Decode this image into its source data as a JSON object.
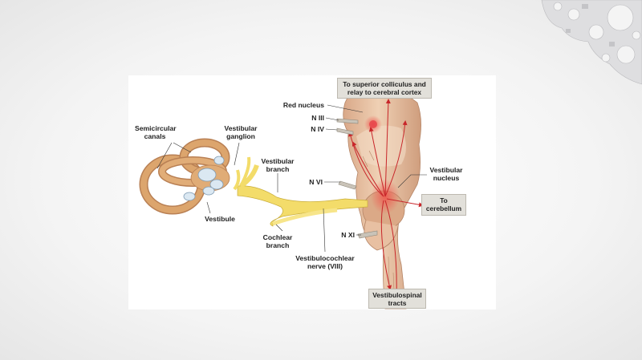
{
  "labels": {
    "semicircular_canals": "Semicircular\ncanals",
    "vestibular_ganglion": "Vestibular\nganglion",
    "vestibular_branch": "Vestibular\nbranch",
    "vestibule": "Vestibule",
    "cochlear_branch": "Cochlear\nbranch",
    "vestibulocochlear_nerve": "Vestibulocochlear\nnerve (VIII)",
    "red_nucleus": "Red nucleus",
    "n3": "N III",
    "n4": "N IV",
    "n6": "N VI",
    "n11": "N XI",
    "vestibular_nucleus": "Vestibular\nnucleus"
  },
  "boxes": {
    "superior": "To superior colliculus and\nrelay to cerebral cortex",
    "cerebellum": "To\ncerebellum",
    "vestibulospinal": "Vestibulospinal\ntracts"
  },
  "icons": {
    "corner": "gear-cluster-icon"
  },
  "colors": {
    "nerve": "#f3dc6a",
    "canal": "#d29a62",
    "brainstem": "#e5bd9a",
    "tract_arrow": "#c8262a",
    "nucleus_glow": "#ee5a50",
    "box_fill": "#e2e0da"
  }
}
